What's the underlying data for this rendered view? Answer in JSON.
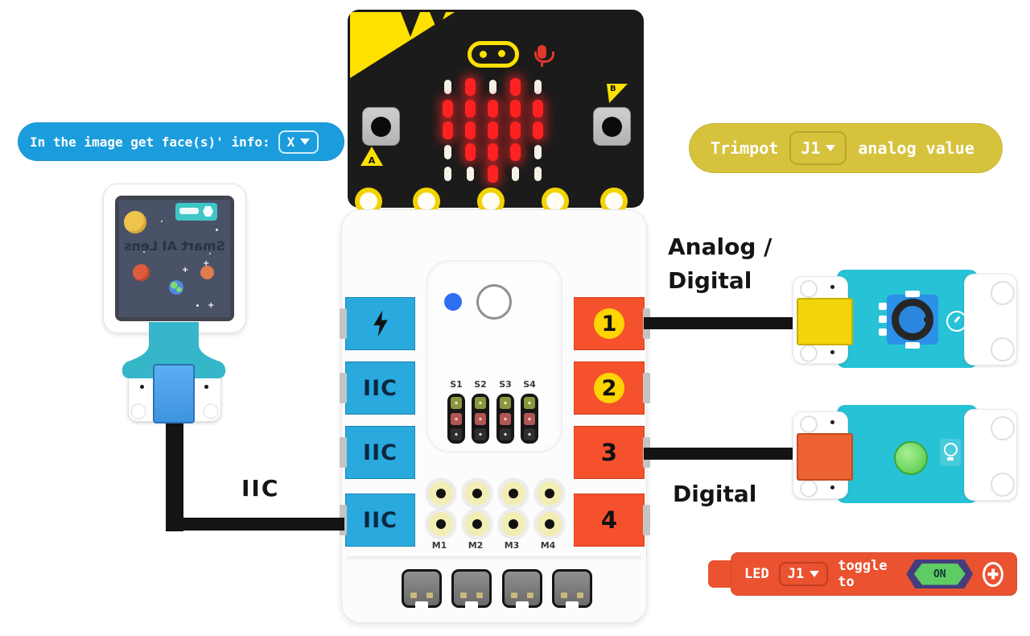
{
  "blocks": {
    "face_info": {
      "text": "In the image get face(s)' info:",
      "dropdown_value": "X"
    },
    "trimpot": {
      "label": "Trimpot",
      "dropdown_value": "J1",
      "suffix": "analog value"
    },
    "led": {
      "label": "LED",
      "dropdown_value": "J1",
      "action": "toggle to",
      "state": "ON",
      "add_icon": "plus-circle-icon"
    }
  },
  "wire_labels": {
    "analog_digital": [
      "Analog /",
      "Digital"
    ],
    "digital": "Digital",
    "iic": "IIC"
  },
  "microbit": {
    "button_a_label": "A",
    "button_b_label": "B",
    "led_pattern": [
      [
        0,
        1,
        0,
        1,
        0
      ],
      [
        1,
        1,
        1,
        1,
        1
      ],
      [
        1,
        1,
        1,
        1,
        1
      ],
      [
        0,
        1,
        1,
        1,
        0
      ],
      [
        0,
        0,
        1,
        0,
        0
      ]
    ],
    "icons": [
      "corner-zigzag-logo",
      "logo-oval-icon",
      "microphone-icon"
    ]
  },
  "expansion_board": {
    "left_ports": [
      {
        "icon": "lightning-bolt-icon",
        "label": ""
      },
      {
        "label": "IIC"
      },
      {
        "label": "IIC"
      },
      {
        "label": "IIC"
      }
    ],
    "right_ports": [
      {
        "label": "1",
        "badge": true
      },
      {
        "label": "2",
        "badge": true
      },
      {
        "label": "3",
        "badge": false
      },
      {
        "label": "4",
        "badge": false
      }
    ],
    "servo_labels": [
      "S1",
      "S2",
      "S3",
      "S4"
    ],
    "motor_labels": [
      "M1",
      "M2",
      "M3",
      "M4"
    ]
  },
  "camera": {
    "screen_title": "Smart AI Lens",
    "title_mirrored": true
  },
  "modules": {
    "trimpot_icon": "gauge-icon",
    "led_icon": "bulb-icon"
  },
  "colors": {
    "block_blue": "#1b9ddd",
    "block_yellow": "#d6c23c",
    "block_orange": "#ea5230",
    "port_blue": "#29a9de",
    "port_orange": "#f4512c",
    "badge_yellow": "#ffd400",
    "pcb_teal": "#27c2d6",
    "led_green": "#5ecb63",
    "hex_purple": "#453c7e",
    "microbit_yellow": "#ffe100",
    "led_red": "#ff2222"
  }
}
